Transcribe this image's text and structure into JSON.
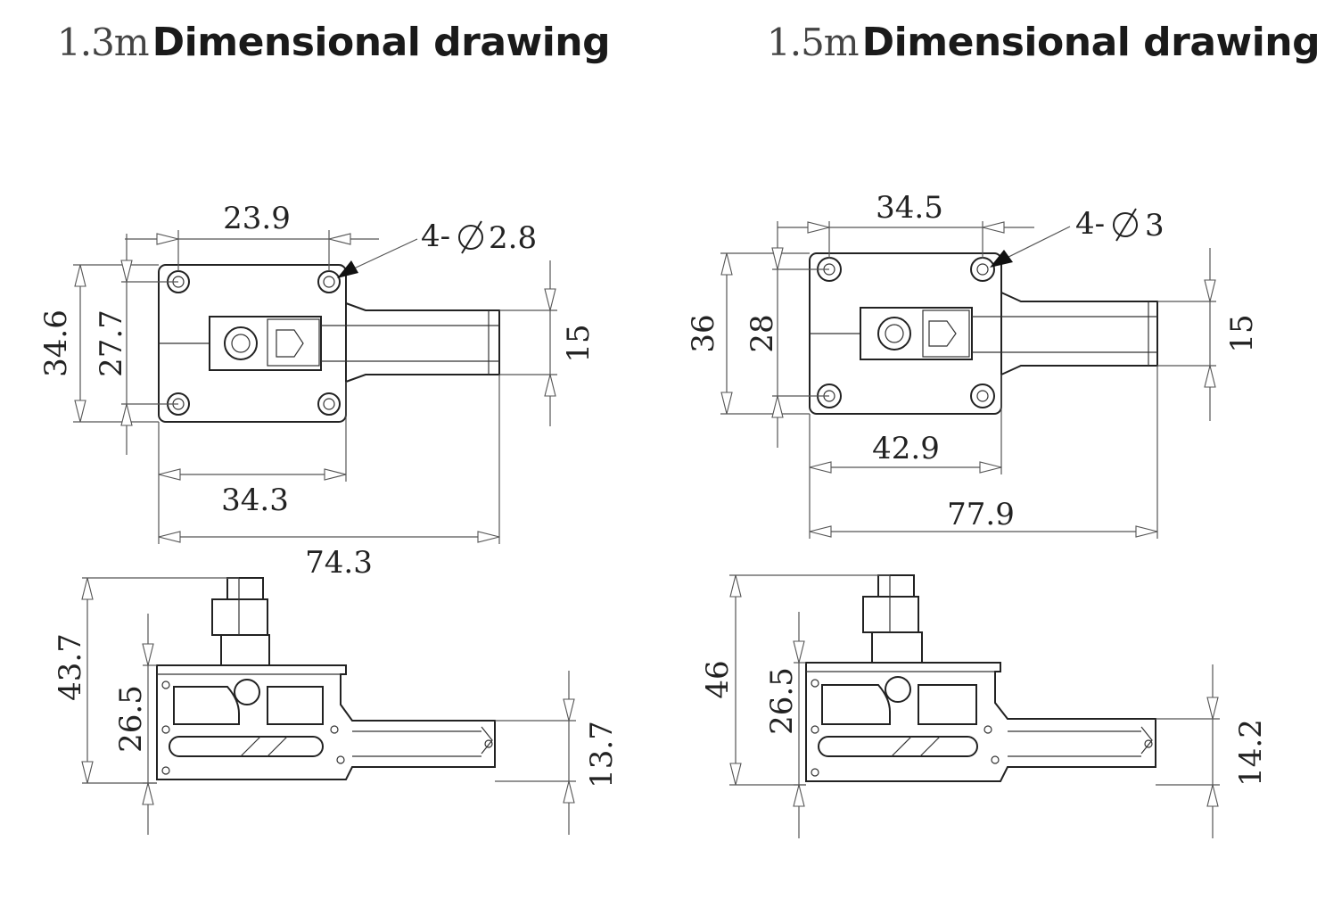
{
  "titles": {
    "left": {
      "size": "1.3m",
      "text": "Dimensional drawing"
    },
    "right": {
      "size": "1.5m",
      "text": "Dimensional drawing"
    }
  },
  "left_dims": {
    "hole_spacing_x": "23.9",
    "hole_callout": "4-",
    "hole_diameter": "2.8",
    "plate_height": "34.6",
    "hole_spacing_y": "27.7",
    "arm_width": "15",
    "plate_width": "34.3",
    "total_length": "74.3",
    "total_height": "43.7",
    "body_height": "26.5",
    "arm_height": "13.7"
  },
  "right_dims": {
    "hole_spacing_x": "34.5",
    "hole_callout": "4-",
    "hole_diameter": "3",
    "plate_height": "36",
    "hole_spacing_y": "28",
    "arm_width": "15",
    "plate_width": "42.9",
    "total_length": "77.9",
    "total_height": "46",
    "body_height": "26.5",
    "arm_height": "14.2"
  },
  "icons": {
    "diameter": "diameter-icon"
  }
}
